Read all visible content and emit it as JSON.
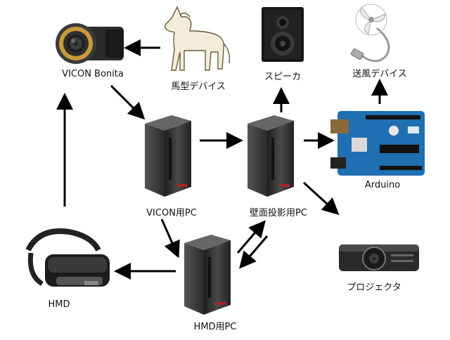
{
  "nodes": {
    "vicon_camera": {
      "label": "VICON Bonita",
      "icon": "motion-camera-icon"
    },
    "horse": {
      "label": "馬型デバイス",
      "icon": "horse-icon"
    },
    "speaker": {
      "label": "スピーカ",
      "icon": "speaker-icon"
    },
    "fan": {
      "label": "送風デバイス",
      "icon": "usb-fan-icon"
    },
    "vicon_pc": {
      "label": "VICON用PC",
      "icon": "pc-tower-icon"
    },
    "wall_pc": {
      "label": "壁面投影用PC",
      "icon": "pc-tower-icon"
    },
    "arduino": {
      "label": "Arduino",
      "icon": "arduino-board-icon"
    },
    "hmd": {
      "label": "HMD",
      "icon": "vr-headset-icon"
    },
    "hmd_pc": {
      "label": "HMD用PC",
      "icon": "pc-tower-icon"
    },
    "projector": {
      "label": "プロジェクタ",
      "icon": "projector-icon"
    }
  },
  "edges": [
    {
      "from": "horse",
      "to": "vicon_camera"
    },
    {
      "from": "vicon_camera",
      "to": "vicon_pc"
    },
    {
      "from": "vicon_pc",
      "to": "wall_pc"
    },
    {
      "from": "wall_pc",
      "to": "speaker"
    },
    {
      "from": "wall_pc",
      "to": "arduino"
    },
    {
      "from": "arduino",
      "to": "fan"
    },
    {
      "from": "wall_pc",
      "to": "projector"
    },
    {
      "from": "vicon_pc",
      "to": "hmd_pc"
    },
    {
      "from": "wall_pc",
      "to": "hmd_pc"
    },
    {
      "from": "hmd_pc",
      "to": "wall_pc"
    },
    {
      "from": "hmd_pc",
      "to": "hmd"
    },
    {
      "from": "hmd",
      "to": "vicon_camera"
    }
  ],
  "colors": {
    "arrow": "#000000",
    "arduino_blue": "#1f6fb2",
    "pc_body": "#3a3a3a"
  }
}
